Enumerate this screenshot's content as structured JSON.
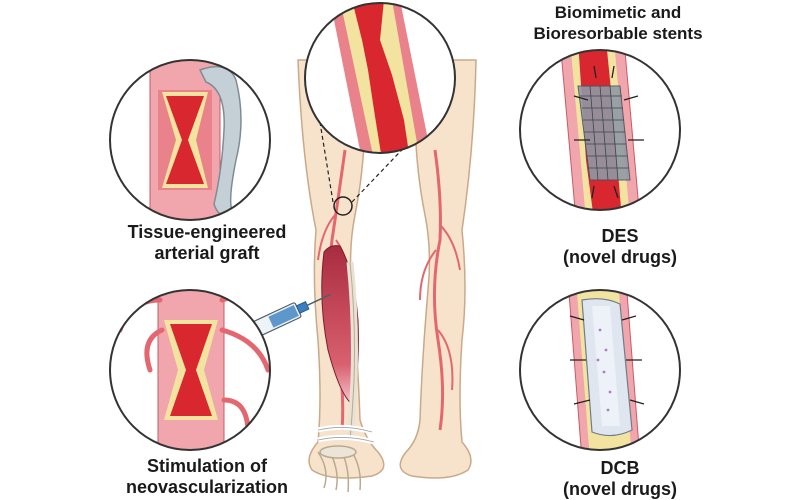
{
  "labels": {
    "graft": {
      "line1": "Tissue-engineered",
      "line2": "arterial graft"
    },
    "neovascularization": {
      "line1": "Stimulation of",
      "line2": "neovascularization"
    },
    "bioresorbable": {
      "line1": "Biomimetic and",
      "line2": "Bioresorbable stents"
    },
    "des": {
      "line1": "DES",
      "line2": "(novel drugs)"
    },
    "dcb": {
      "line1": "DCB",
      "line2": "(novel drugs)"
    }
  },
  "colors": {
    "skin": "#f7e3cb",
    "skin_outline": "#c9a98a",
    "artery_wall": "#e9828a",
    "artery_lumen": "#d8272f",
    "plaque": "#f2e4a0",
    "muscle": "#b8394a",
    "graft": "#c5d0d6",
    "stent": "#8f9aa6",
    "balloon": "#dfe6f0",
    "outline": "#333333"
  }
}
